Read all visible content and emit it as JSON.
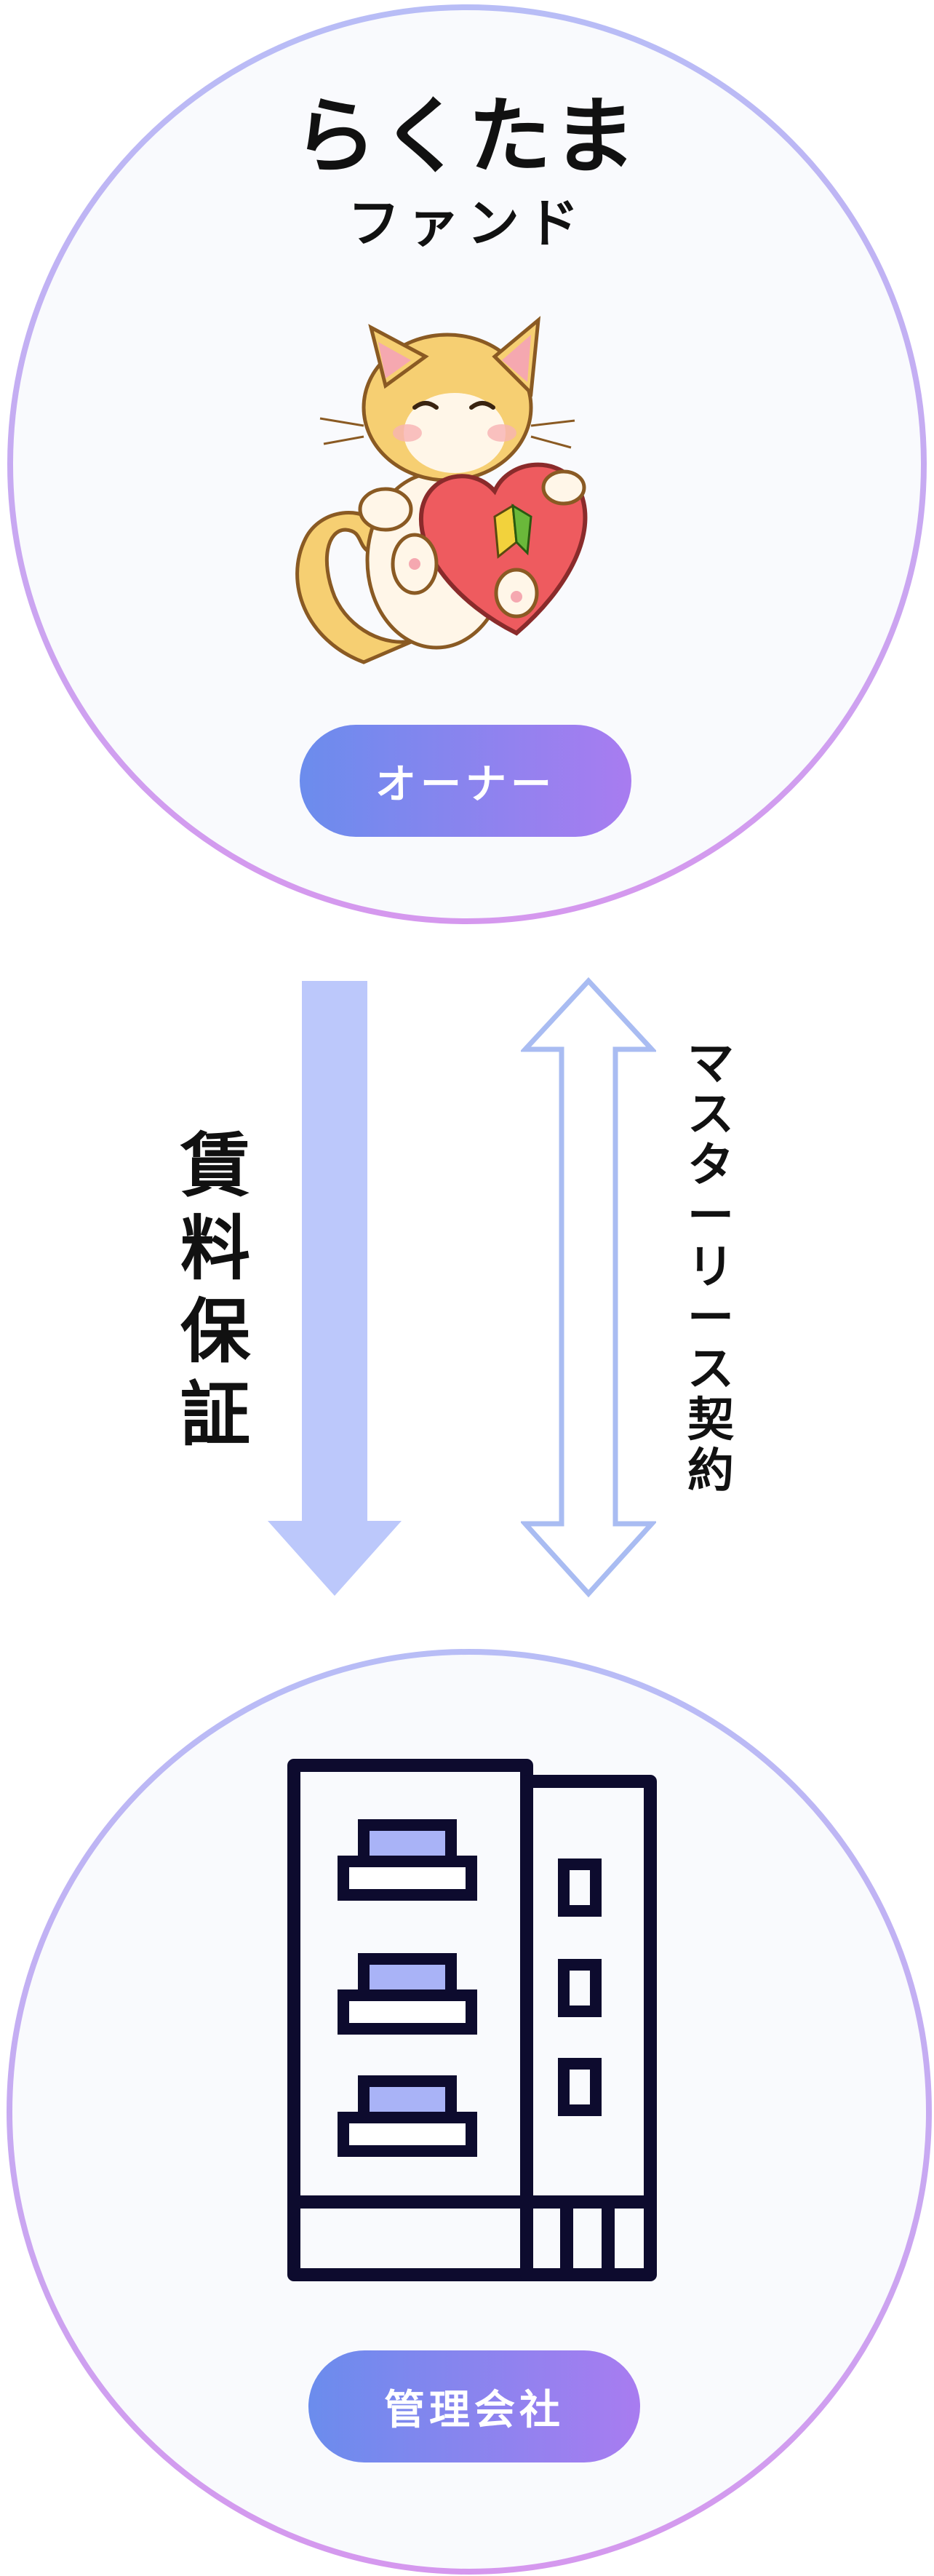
{
  "owner": {
    "brand_line1": "らくたま",
    "brand_line2": "ファンド",
    "role_label": "オーナー",
    "mascot_icon": "cat-holding-heart-icon"
  },
  "flows": {
    "guarantee_label_chars": [
      "賃",
      "料",
      "保",
      "証"
    ],
    "contract_label_chars": [
      "マ",
      "ス",
      "タ",
      "ー",
      "リ",
      "ー",
      "ス",
      "契",
      "約"
    ]
  },
  "management": {
    "role_label": "管理会社",
    "building_icon": "office-building-icon"
  },
  "colors": {
    "circle_gradient_top": "#b8bdf6",
    "circle_gradient_bottom": "#d598ee",
    "circle_fill": "#f9fafd",
    "pill_start": "#6b8ced",
    "pill_end": "#a87cf0",
    "arrow_solid": "#bcc8fb",
    "arrow_outline": "#a9bcf2",
    "building_stroke": "#0d0b2e",
    "window_fill": "#a9b3f7"
  }
}
